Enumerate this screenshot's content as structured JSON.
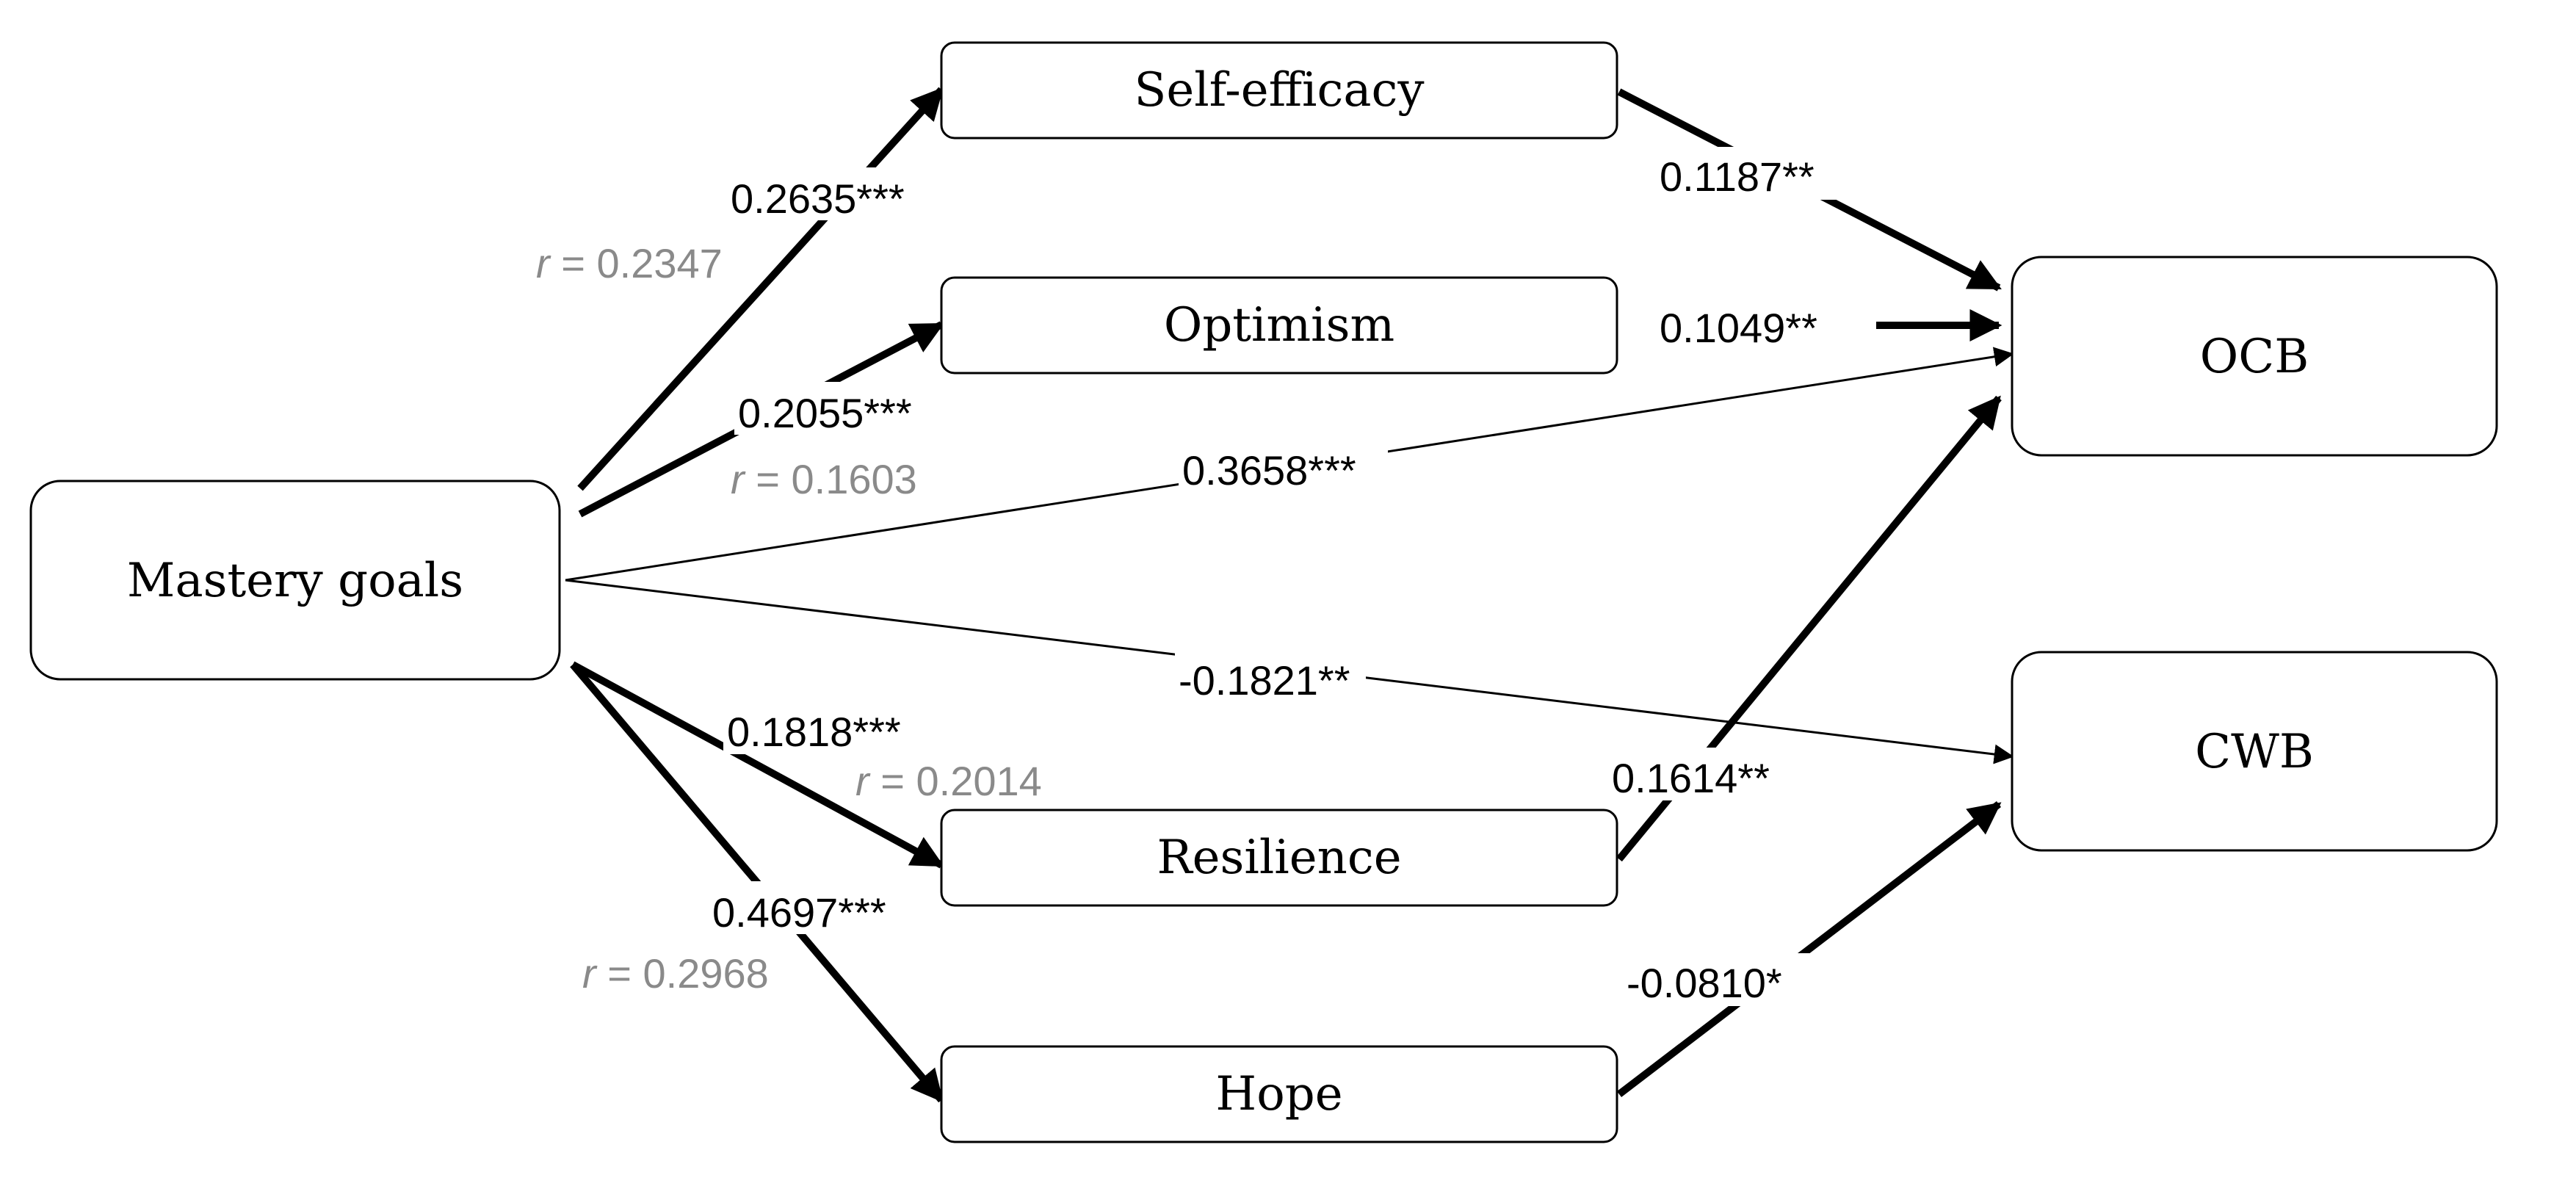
{
  "nodes": {
    "mastery_goals": "Mastery goals",
    "self_efficacy": "Self-efficacy",
    "optimism": "Optimism",
    "resilience": "Resilience",
    "hope": "Hope",
    "ocb": "OCB",
    "cwb": "CWB"
  },
  "paths": {
    "mg_self_efficacy": {
      "coef": "0.2635***",
      "r": "0.2347"
    },
    "mg_optimism": {
      "coef": "0.2055***",
      "r": "0.1603"
    },
    "mg_resilience": {
      "coef": "0.1818***",
      "r": "0.2014"
    },
    "mg_hope": {
      "coef": "0.4697***",
      "r": "0.2968"
    },
    "self_efficacy_ocb": {
      "coef": "0.1187**"
    },
    "optimism_ocb": {
      "coef": "0.1049**"
    },
    "resilience_ocb": {
      "coef": "0.1614**"
    },
    "hope_cwb": {
      "coef": "-0.0810*"
    },
    "mg_ocb": {
      "coef": "0.3658***"
    },
    "mg_cwb": {
      "coef": "-0.1821**"
    }
  },
  "r_symbol": "r",
  "r_equals": " = "
}
